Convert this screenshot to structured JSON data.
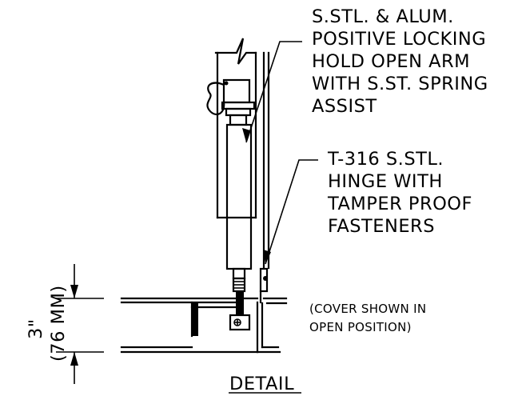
{
  "callouts": {
    "arm": [
      "S.STL. & ALUM.",
      "POSITIVE LOCKING",
      "HOLD OPEN ARM",
      "WITH S.ST. SPRING",
      "ASSIST"
    ],
    "hinge": [
      "T-316 S.STL.",
      "HINGE WITH",
      "TAMPER PROOF",
      "FASTENERS"
    ],
    "cover": [
      "(COVER SHOWN IN",
      "OPEN POSITION)"
    ]
  },
  "dimension": {
    "value": "3\"",
    "metric": "(76 MM)"
  },
  "caption": "DETAIL"
}
